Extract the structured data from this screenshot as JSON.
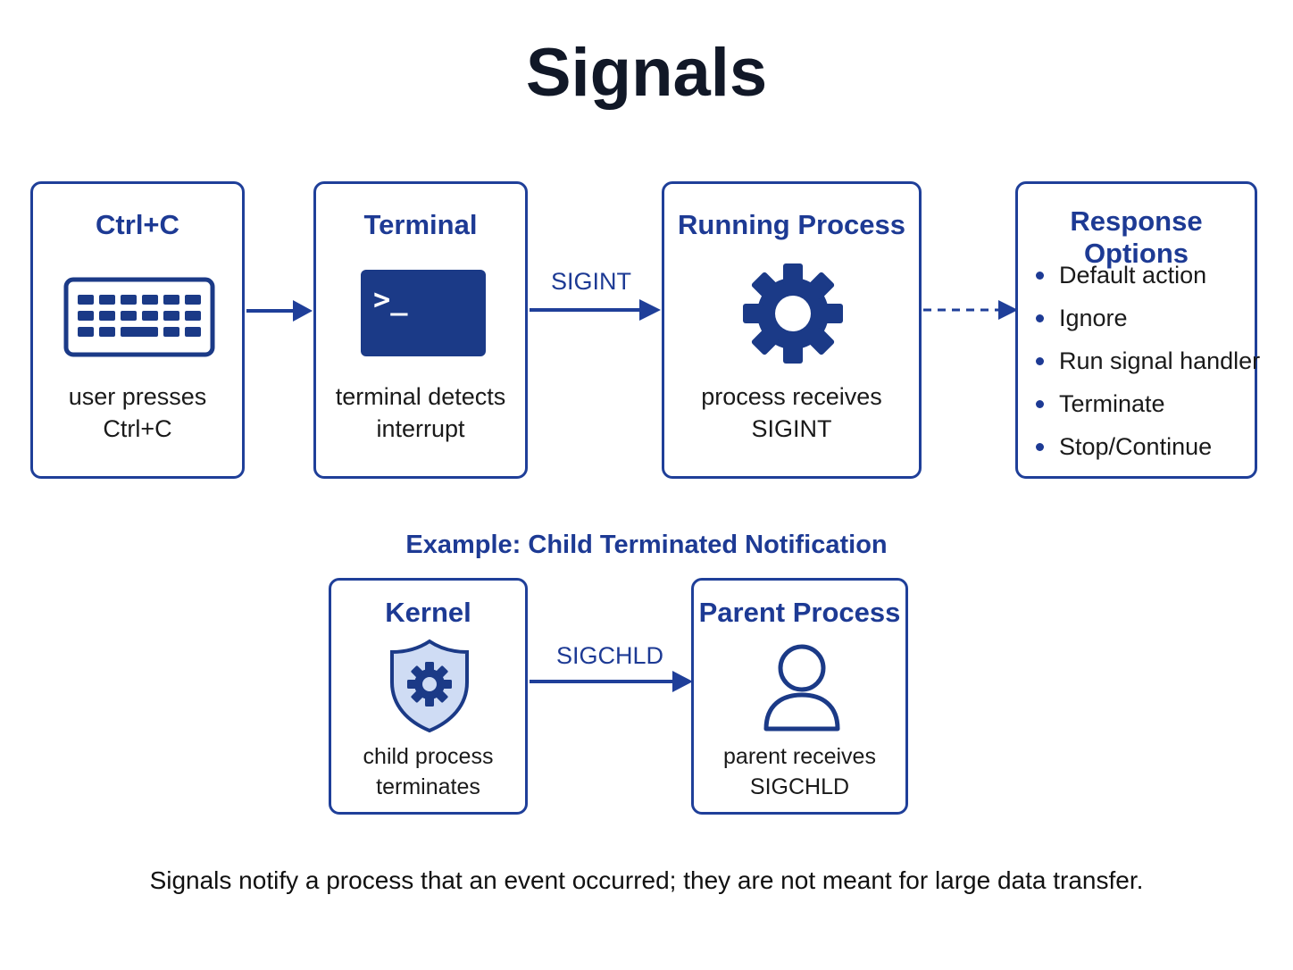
{
  "title": "Signals",
  "colors": {
    "accent": "#1d3a94",
    "border": "#1f3f99",
    "terminal_bg": "#1b3a87",
    "shield_fill": "#cfdcf4",
    "text": "#1a1a1a"
  },
  "flow": {
    "ctrlc": {
      "title": "Ctrl+C",
      "icon": "keyboard-icon",
      "caption_line1": "user presses",
      "caption_line2": "Ctrl+C"
    },
    "terminal": {
      "title": "Terminal",
      "icon": "terminal-icon",
      "prompt": ">_",
      "caption_line1": "terminal detects",
      "caption_line2": "interrupt"
    },
    "process": {
      "title": "Running Process",
      "icon": "gear-icon",
      "caption_line1": "process receives",
      "caption_line2": "SIGINT"
    },
    "response": {
      "title": "Response Options",
      "options": [
        "Default action",
        "Ignore",
        "Run signal handler",
        "Terminate",
        "Stop/Continue"
      ]
    },
    "sigint_label": "SIGINT"
  },
  "example": {
    "title": "Example: Child Terminated Notification",
    "kernel": {
      "title": "Kernel",
      "icon": "shield-gear-icon",
      "caption_line1": "child process",
      "caption_line2": "terminates"
    },
    "parent": {
      "title": "Parent Process",
      "icon": "user-icon",
      "caption_line1": "parent receives",
      "caption_line2": "SIGCHLD"
    },
    "sigchld_label": "SIGCHLD"
  },
  "footer": "Signals notify a process that an event occurred; they are not meant for large data transfer."
}
